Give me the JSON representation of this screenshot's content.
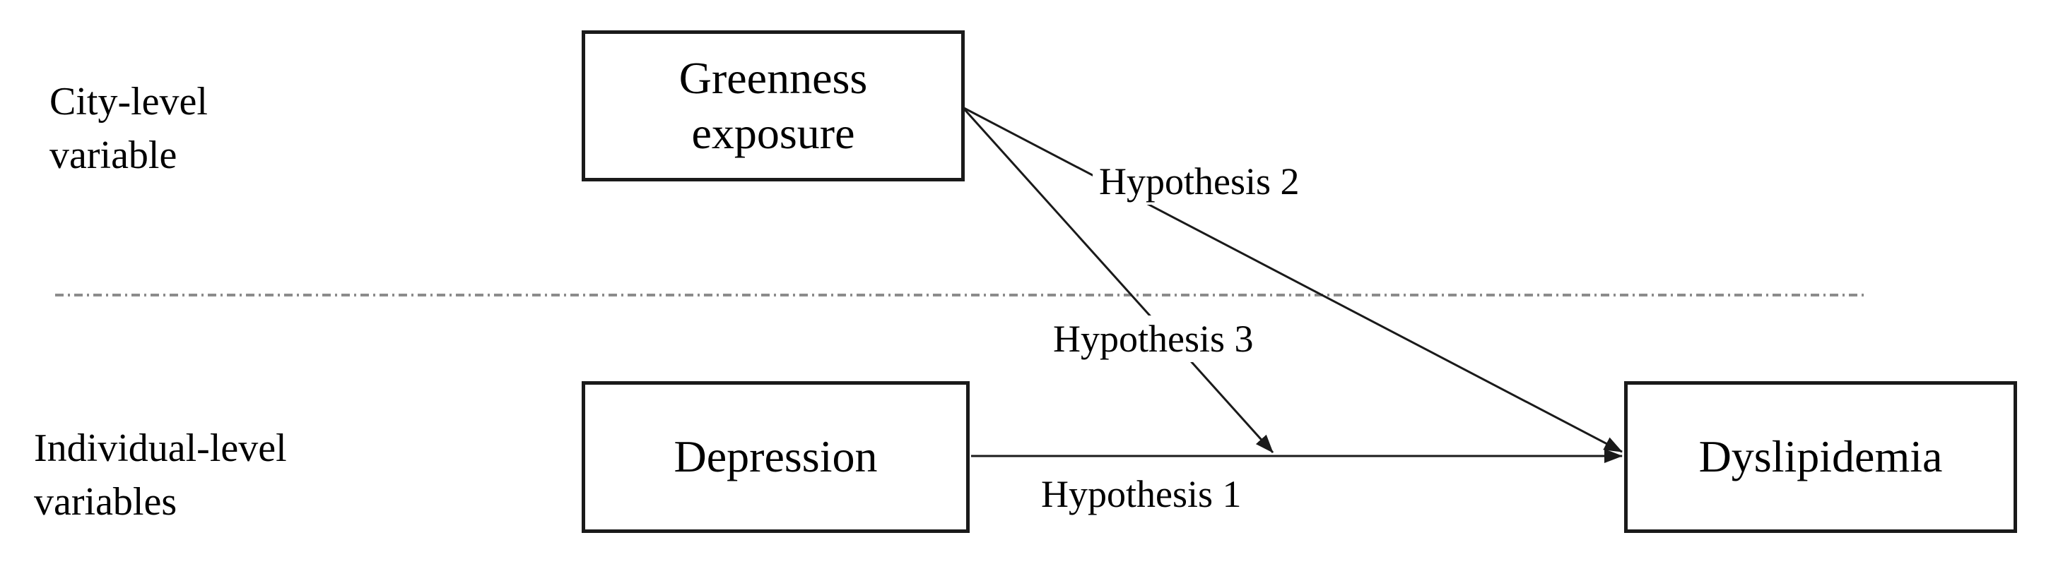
{
  "diagram": {
    "layers": {
      "city": {
        "line1": "City-level",
        "line2": "variable"
      },
      "individual": {
        "line1": "Individual-level",
        "line2": "variables"
      }
    },
    "nodes": {
      "greenness": {
        "line1": "Greenness",
        "line2": "exposure"
      },
      "depression": {
        "label": "Depression"
      },
      "dyslipidemia": {
        "label": "Dyslipidemia"
      }
    },
    "edges": {
      "h1": {
        "label": "Hypothesis 1"
      },
      "h2": {
        "label": "Hypothesis 2"
      },
      "h3": {
        "label": "Hypothesis 3"
      }
    },
    "colors": {
      "edge": "#1a1a1a",
      "divider": "#8c8c8c",
      "node_border": "#1a1a1a",
      "text": "#000000",
      "background": "#ffffff"
    }
  }
}
